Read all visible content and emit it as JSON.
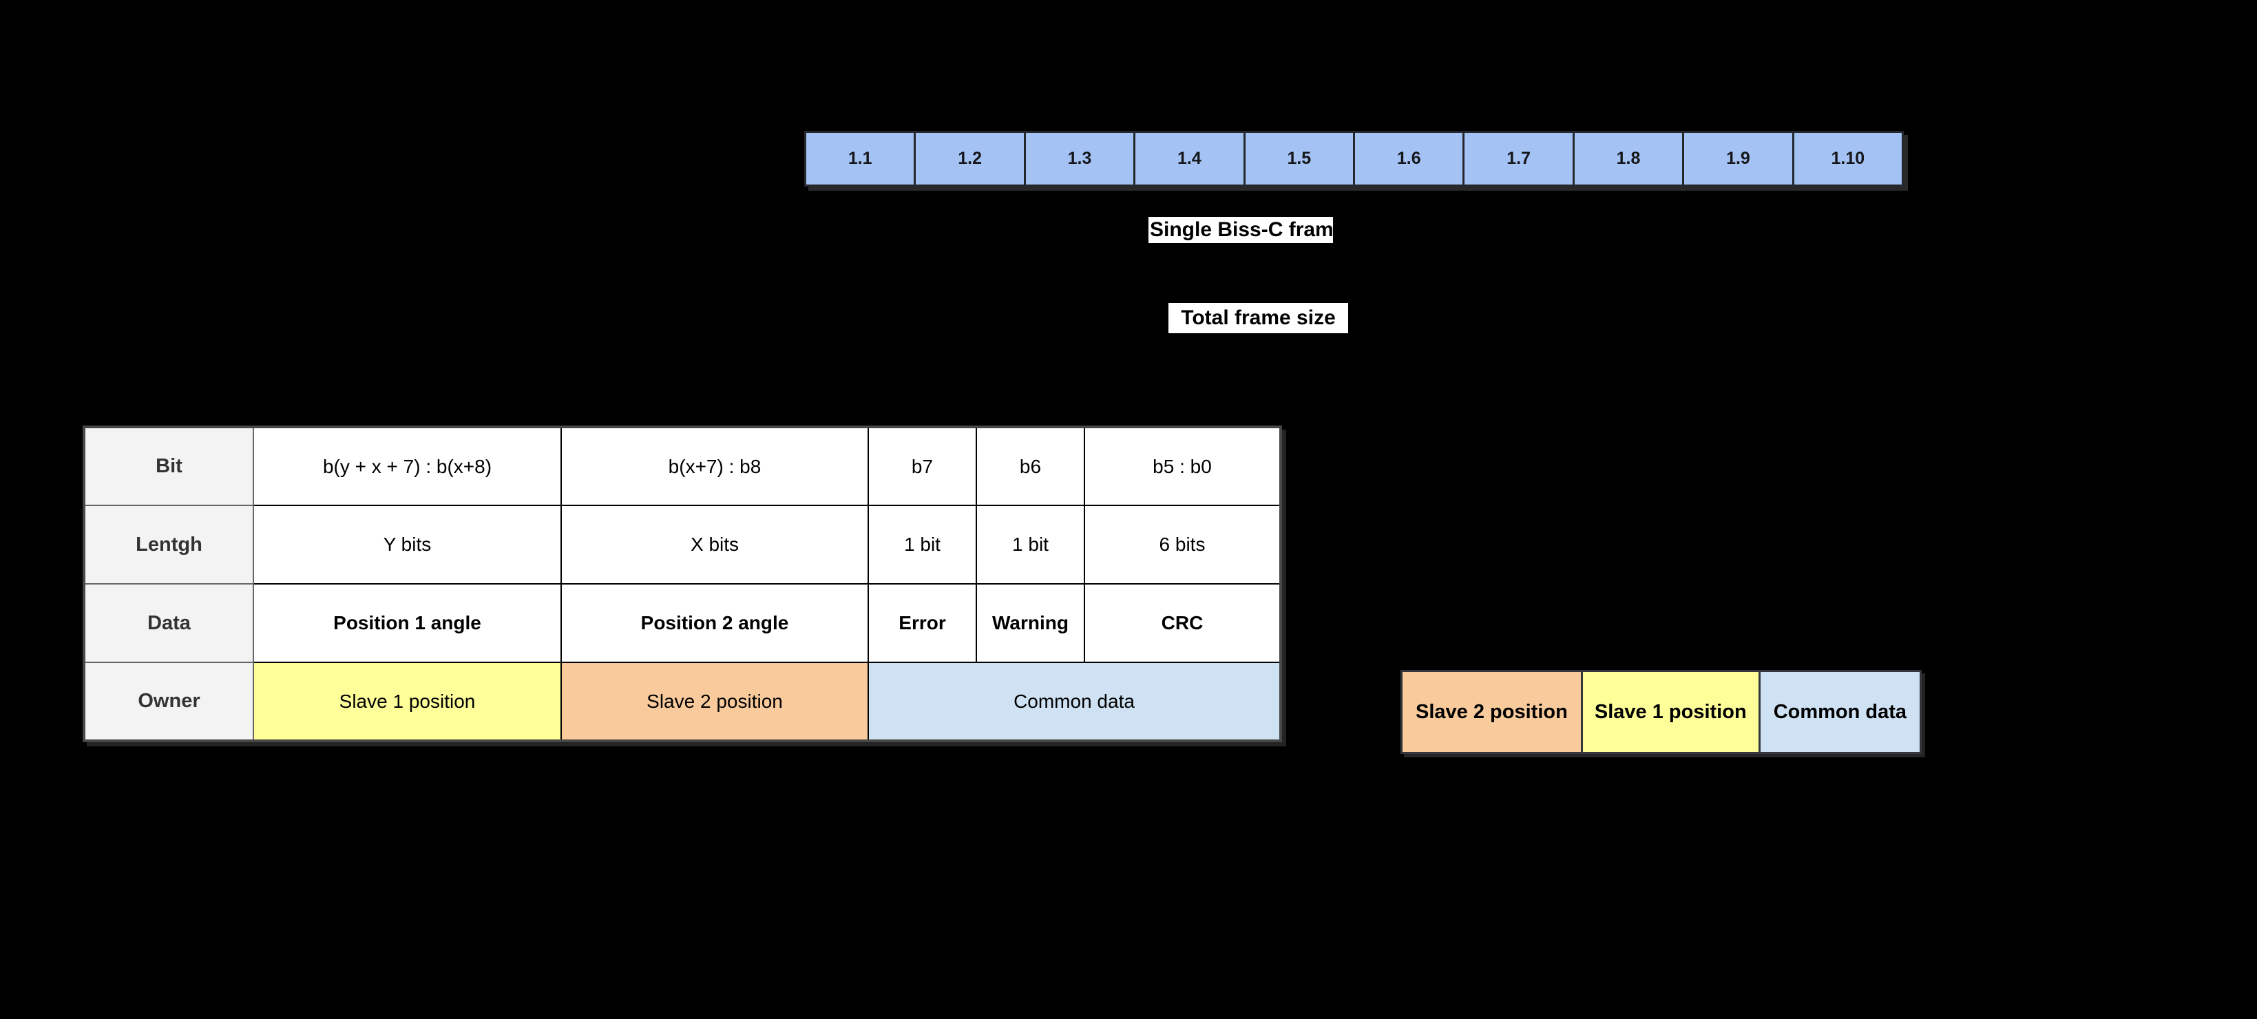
{
  "colors": {
    "background": "#000000",
    "frame_cell_fill": "#a4c2f4",
    "frame_cell_border": "#24282d",
    "label_bg": "#ffffff",
    "table_outer_border": "#474747",
    "table_inner_border": "#000000",
    "header_bg": "#f3f3f3",
    "header_text": "#333333",
    "slave1_yellow": "#feff99",
    "slave2_orange": "#f9cb9c",
    "common_blue": "#cfe2f3"
  },
  "frame_row": {
    "cells": [
      "1.1",
      "1.2",
      "1.3",
      "1.4",
      "1.5",
      "1.6",
      "1.7",
      "1.8",
      "1.9",
      "1.10"
    ]
  },
  "labels": {
    "single_frame": "Single Biss-C frame",
    "total_frame_size": "Total frame size"
  },
  "bit_table": {
    "rows": [
      {
        "header": "Bit",
        "cells": [
          "b(y + x + 7) : b(x+8)",
          "b(x+7) : b8",
          "b7",
          "b6",
          "b5 : b0"
        ]
      },
      {
        "header": "Lentgh",
        "cells": [
          "Y bits",
          "X bits",
          "1 bit",
          "1 bit",
          "6 bits"
        ]
      },
      {
        "header": "Data",
        "cells": [
          "Position 1 angle",
          "Position 2 angle",
          "Error",
          "Warning",
          "CRC"
        ]
      },
      {
        "header": "Owner",
        "cells": [
          "Slave 1 position",
          "Slave 2 position",
          "Common data"
        ]
      }
    ]
  },
  "legend": {
    "cells": [
      {
        "label": "Slave 2 position"
      },
      {
        "label": "Slave 1 position"
      },
      {
        "label": "Common data"
      }
    ]
  }
}
